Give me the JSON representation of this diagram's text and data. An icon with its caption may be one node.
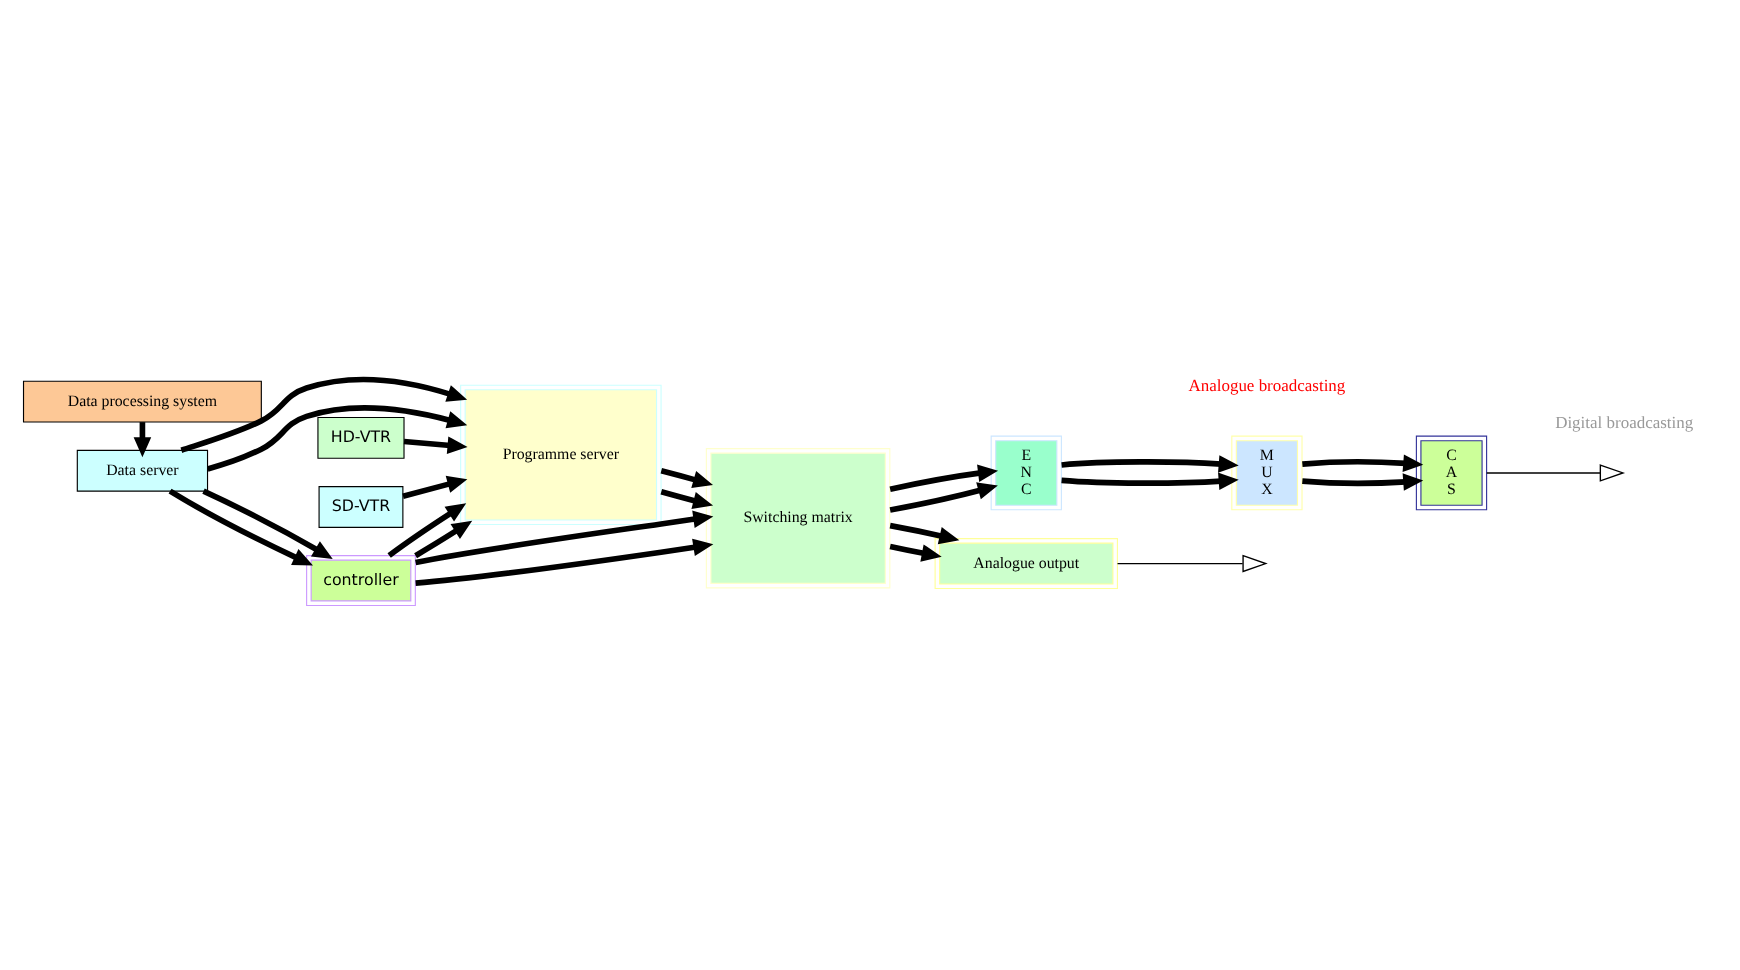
{
  "diagram": {
    "nodes": [
      {
        "text": [
          "Data processing system"
        ]
      },
      {
        "text": [
          "Data server"
        ]
      },
      {
        "text": [
          "controller"
        ]
      },
      {
        "text": [
          "HD-VTR"
        ]
      },
      {
        "text": [
          "SD-VTR"
        ]
      },
      {
        "text": [
          "Programme server"
        ]
      },
      {
        "text": [
          "Switching matrix"
        ]
      },
      {
        "text": [
          "E N C"
        ]
      },
      {
        "text": [
          "M U X"
        ]
      },
      {
        "text": [
          "C A S"
        ]
      },
      {
        "text": [
          "Analogue output"
        ]
      }
    ],
    "edges": [
      {
        "from": 0,
        "to": 1,
        "arrow": "to"
      },
      {
        "from": 1,
        "to": 5,
        "arrow": "to"
      },
      {
        "from": 1,
        "to": 5,
        "arrow": "to"
      },
      {
        "from": 1,
        "to": 2,
        "arrow": "to"
      },
      {
        "from": 1,
        "to": 2,
        "arrow": "to"
      },
      {
        "from": 2,
        "to": 5,
        "arrow": "to"
      },
      {
        "from": 2,
        "to": 5,
        "arrow": "to"
      },
      {
        "from": 2,
        "to": 6,
        "arrow": "to"
      },
      {
        "from": 2,
        "to": 6,
        "arrow": "to"
      },
      {
        "from": 3,
        "to": 5,
        "arrow": "to"
      },
      {
        "from": 4,
        "to": 5,
        "arrow": "to"
      },
      {
        "from": 5,
        "to": 6,
        "arrow": "to"
      },
      {
        "from": 5,
        "to": 6,
        "arrow": "to"
      },
      {
        "from": 6,
        "to": 7,
        "arrow": "to"
      },
      {
        "from": 6,
        "to": 7,
        "arrow": "to"
      },
      {
        "from": 6,
        "to": 10,
        "arrow": "to"
      },
      {
        "from": 6,
        "to": 10,
        "arrow": "to"
      },
      {
        "from": 7,
        "to": 8,
        "arrow": "to"
      },
      {
        "from": 7,
        "to": 8,
        "arrow": "to"
      },
      {
        "from": 8,
        "to": 9,
        "arrow": "to"
      },
      {
        "from": 8,
        "to": 9,
        "arrow": "to"
      },
      {
        "from": 9,
        "to": null,
        "arrow": "to"
      },
      {
        "from": 10,
        "to": null,
        "arrow": "to"
      }
    ],
    "labels": [
      "Digital broadcasting",
      "Analogue broadcasting"
    ]
  }
}
